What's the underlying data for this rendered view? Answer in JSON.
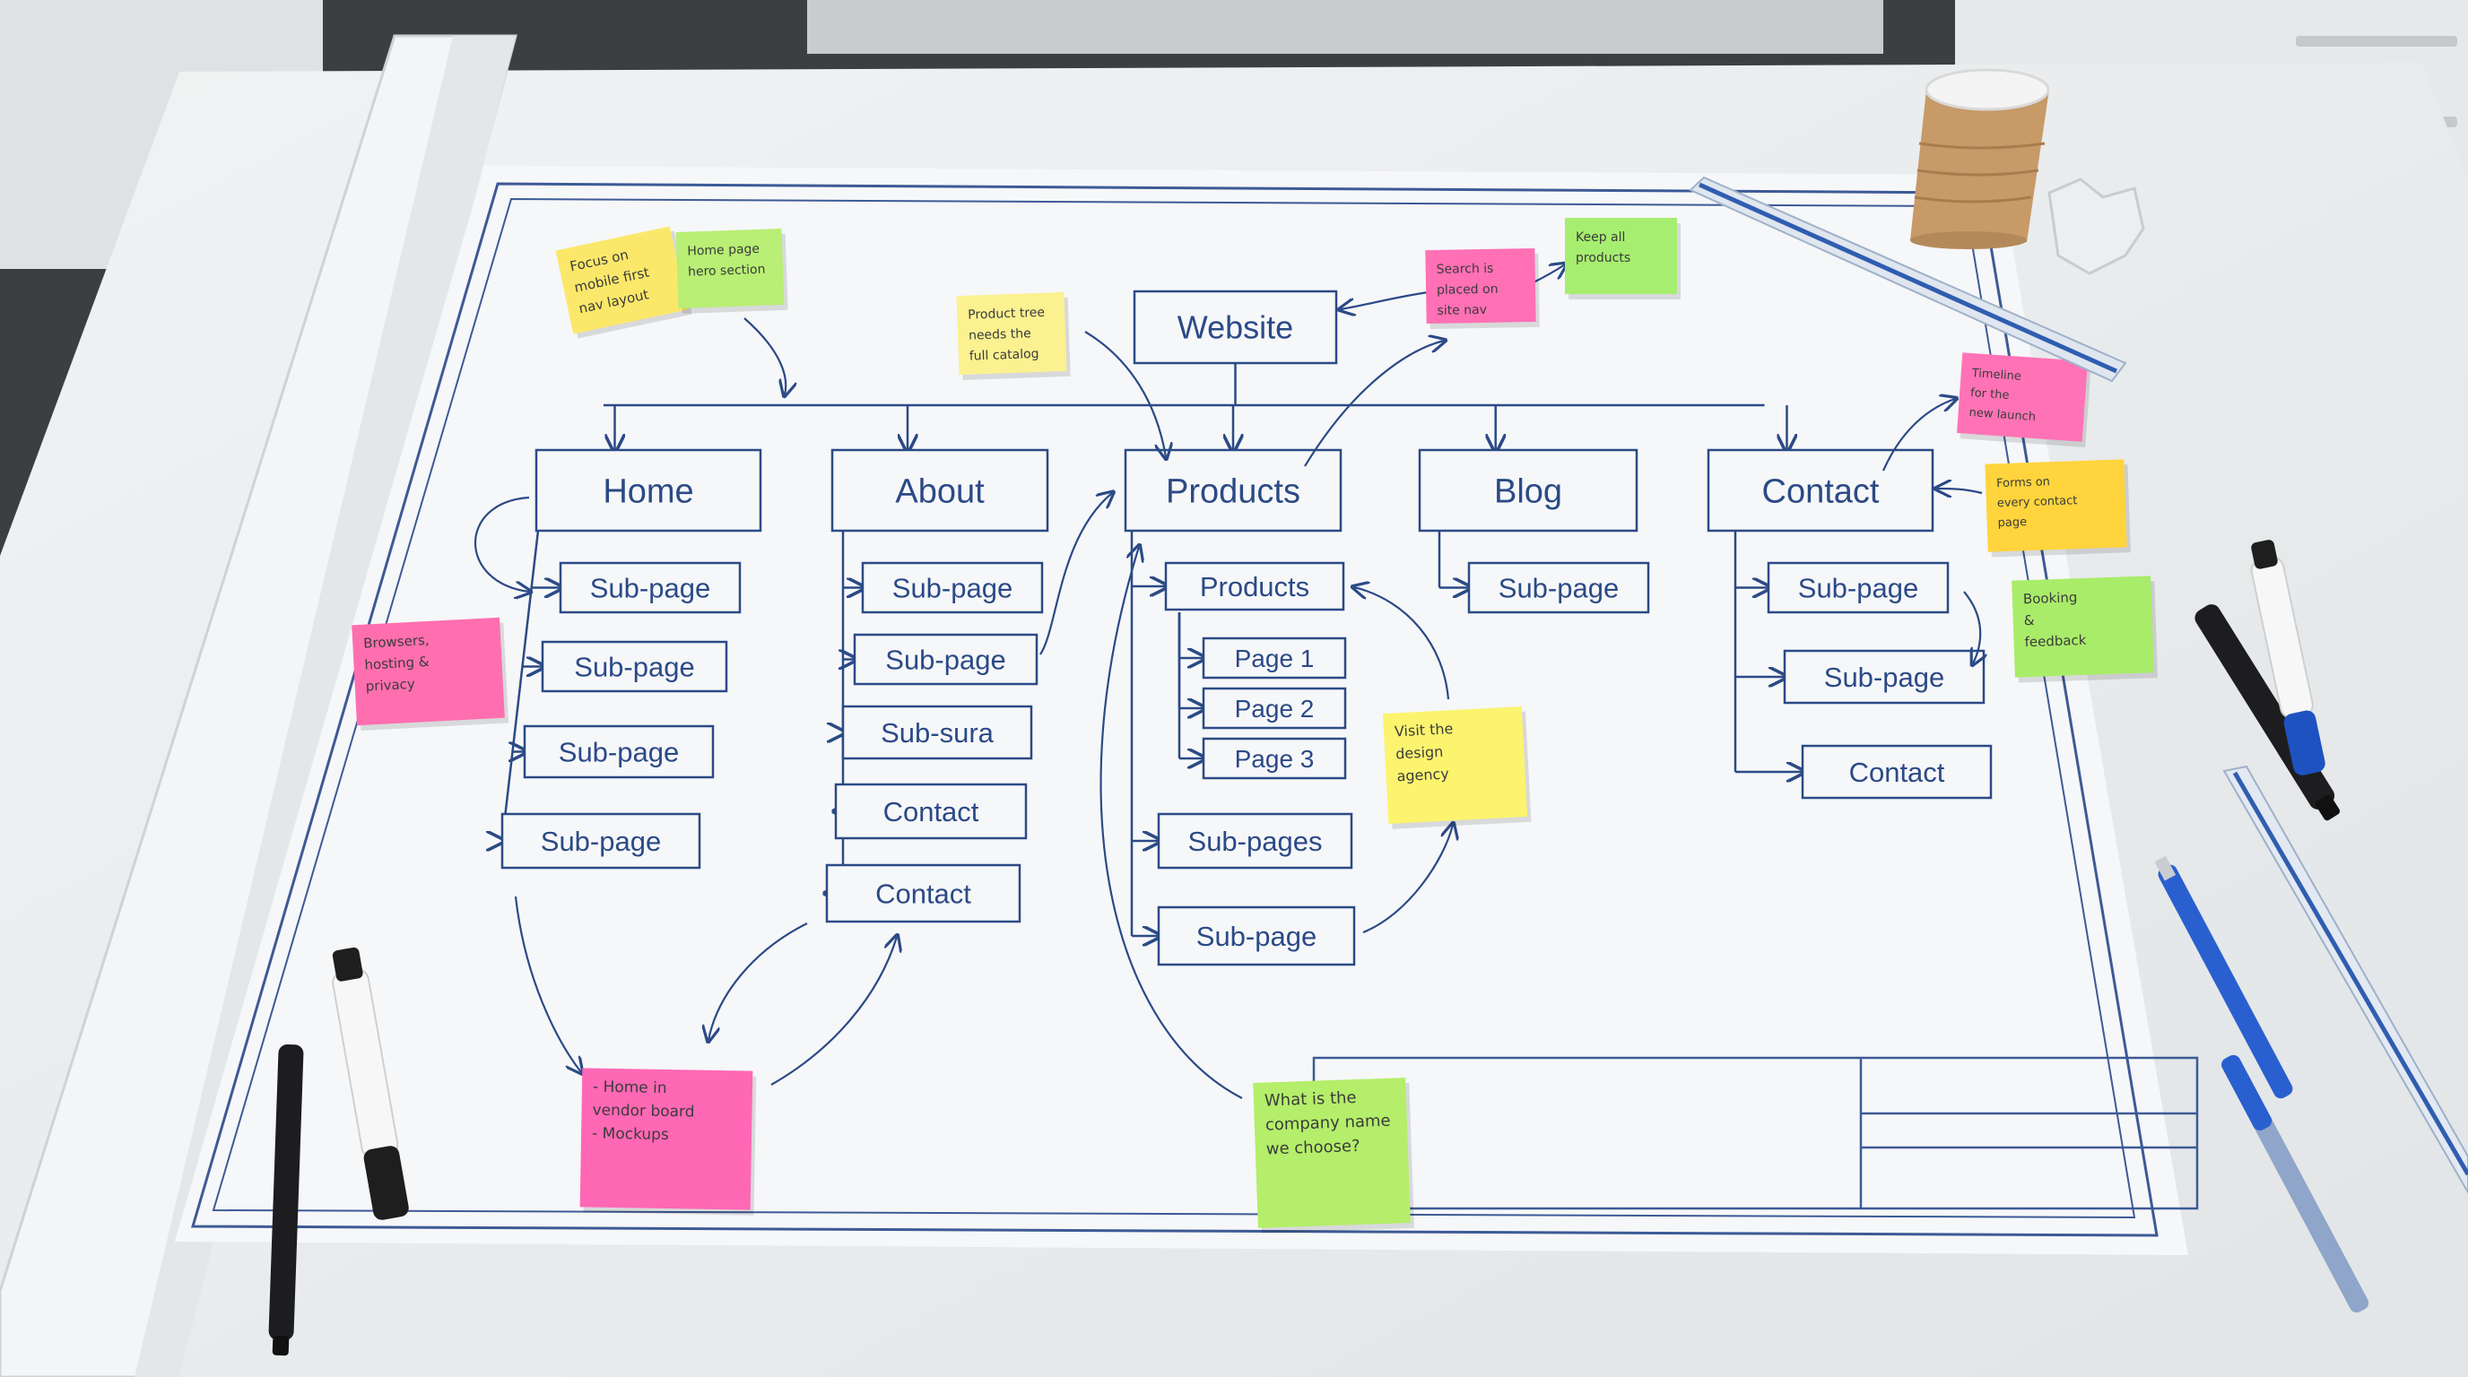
{
  "sitemap": {
    "root": "Website",
    "branches": [
      {
        "label": "Home",
        "children": [
          "Sub-page",
          "Sub-page",
          "Sub-page",
          "Sub-page"
        ]
      },
      {
        "label": "About",
        "children": [
          "Sub-page",
          "Sub-page",
          "Sub-sura",
          "Contact",
          "Contact"
        ]
      },
      {
        "label": "Products",
        "children": [
          "Products",
          "Page 1",
          "Page 2",
          "Page 3",
          "Sub-pages",
          "Sub-page"
        ]
      },
      {
        "label": "Blog",
        "children": [
          "Sub-page"
        ]
      },
      {
        "label": "Contact",
        "children": [
          "Sub-page",
          "Sub-page",
          "Contact"
        ]
      }
    ]
  },
  "notes": [
    {
      "color": "#fbe86a",
      "lines": [
        "Focus on",
        "mobile first",
        "nav layout"
      ]
    },
    {
      "color": "#b8ef74",
      "lines": [
        "Home page",
        "hero section"
      ]
    },
    {
      "color": "#fbf190",
      "lines": [
        "Product tree",
        "needs the",
        "full catalog"
      ]
    },
    {
      "color": "#ff70b5",
      "lines": [
        "Search is",
        "placed on",
        "site nav"
      ]
    },
    {
      "color": "#a6ee6f",
      "lines": [
        "Keep all",
        "products"
      ]
    },
    {
      "color": "#ff73b6",
      "lines": [
        "Timeline",
        "for the",
        "new launch"
      ]
    },
    {
      "color": "#ffd43c",
      "lines": [
        "Forms on",
        "every contact",
        "page"
      ]
    },
    {
      "color": "#a9ec69",
      "lines": [
        "Booking",
        "&",
        "feedback"
      ]
    },
    {
      "color": "#ff6fb0",
      "lines": [
        "Browsers,",
        "hosting &",
        "privacy"
      ]
    },
    {
      "color": "#fcf46e",
      "lines": [
        "Visit the",
        "design",
        "agency"
      ]
    },
    {
      "color": "#ff68b4",
      "lines": [
        "- Home in",
        "vendor board",
        "- Mockups"
      ]
    },
    {
      "color": "#b4ee6a",
      "lines": [
        "What is the",
        "company name",
        "we choose?"
      ]
    }
  ],
  "colors": {
    "ink": "#2b4a86",
    "paper": "#f5f6f8",
    "desk": "#eceeef"
  }
}
